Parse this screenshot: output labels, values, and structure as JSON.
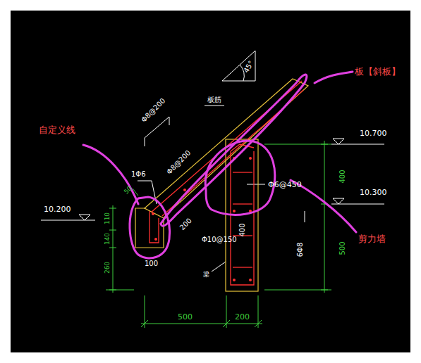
{
  "diagram": {
    "labels": [
      "板【斜板】",
      "自定义线",
      "剪力墙",
      "45°",
      "板筋",
      "Φ8@200",
      "Φ8@200",
      "1Φ6",
      "50",
      "10.700",
      "10.300",
      "10.200",
      "Φ6@450",
      "400",
      "500",
      "200",
      "400",
      "6Φ8",
      "Φ10@150",
      "梁",
      "110",
      "140",
      "260",
      "100",
      "500",
      "200"
    ]
  }
}
